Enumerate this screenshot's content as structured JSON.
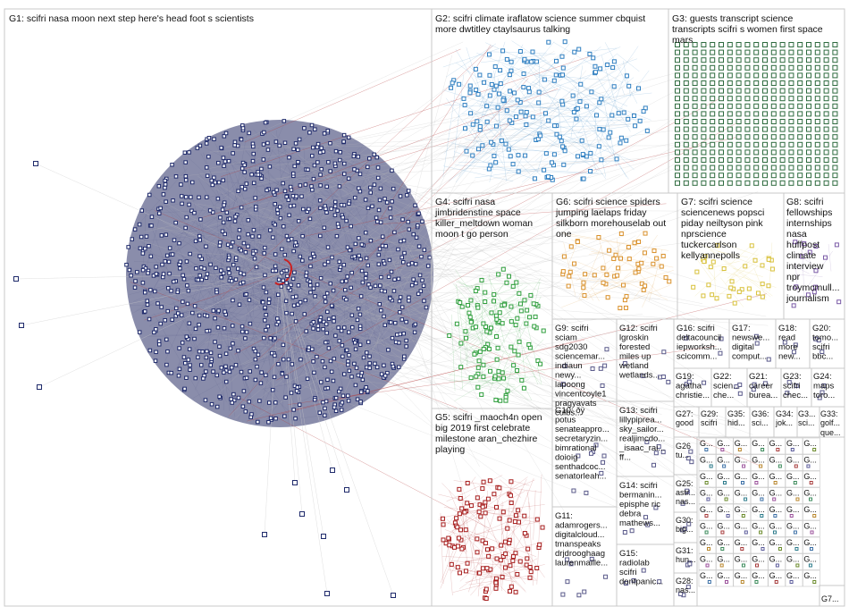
{
  "colors": {
    "border": "#c8c8c8",
    "edge": "#b9b9b9",
    "edge_red": "#b33a3a",
    "g1": "#1f2a6b",
    "g2": "#2f7fc1",
    "g3": "#2e6b3f",
    "g4": "#2e9e3c",
    "g5": "#a61c1c",
    "g6": "#d9902a",
    "g7": "#d8c13a",
    "g8": "#7a5aa6",
    "small": "#5a5a8a"
  },
  "groups": [
    {
      "id": "G1",
      "lines": [
        "G1: scifri nasa moon next step here's head foot s scientists"
      ]
    },
    {
      "id": "G2",
      "lines": [
        "G2: scifri climate iraflatow science summer cbquist",
        "more dwtitley ctaylsaurus talking"
      ]
    },
    {
      "id": "G3",
      "lines": [
        "G3: guests transcript science",
        "transcripts scifri s women first space",
        "mars"
      ]
    },
    {
      "id": "G4",
      "lines": [
        "G4: scifri nasa",
        "jimbridenstine space",
        "killer_meltdown woman",
        "moon t go person"
      ]
    },
    {
      "id": "G5",
      "lines": [
        "G5: scifri _maoch4n open",
        "big 2019 first celebrate",
        "milestone aran_chezhire",
        "playing"
      ]
    },
    {
      "id": "G6",
      "lines": [
        "G6: scifri science spiders",
        "jumping laelaps friday",
        "silkborn morehouselab out",
        "one"
      ]
    },
    {
      "id": "G7",
      "lines": [
        "G7: scifri science",
        "sciencenews popsci",
        "piday neiltyson pink",
        "nprscience",
        "tuckercarlson",
        "kellyannepolls"
      ]
    },
    {
      "id": "G8",
      "lines": [
        "G8: scifri",
        "fellowships",
        "internships",
        "nasa",
        "huffpost",
        "climate",
        "interview",
        "npr",
        "troymcmull...",
        "journalism"
      ]
    },
    {
      "id": "G9",
      "lines": [
        "G9: scifri",
        "sciam",
        "sdg2030",
        "sciencemar...",
        "indiaun",
        "newy...",
        "lapoong",
        "vincentcoyle1",
        "pragyavats",
        "culbs..."
      ]
    },
    {
      "id": "G10",
      "lines": [
        "G10: ðÿ",
        "potus",
        "senateappro...",
        "secretaryzin...",
        "bimrational",
        "doioig",
        "senthadcoc...",
        "senatorleah..."
      ]
    },
    {
      "id": "G11",
      "lines": [
        "G11:",
        "adamrogers...",
        "digitalcloud...",
        "tmanspeaks",
        "drjdrooghaag",
        "laurenmaille..."
      ]
    },
    {
      "id": "G12",
      "lines": [
        "G12: scifri",
        "lgroskin",
        "forested",
        "miles up",
        "wetland",
        "wetlands..."
      ]
    },
    {
      "id": "G13",
      "lines": [
        "G13: scifri",
        "lillypiprea...",
        "sky_sailor...",
        "realjimcdo...",
        "_isaac_rai...",
        "ff..."
      ]
    },
    {
      "id": "G14",
      "lines": [
        "G14: scifri",
        "bermanin...",
        "episphe ric",
        "debra",
        "mathews..."
      ]
    },
    {
      "id": "G15",
      "lines": [
        "G15:",
        "radiolab",
        "scifri",
        "dontpanic..."
      ]
    },
    {
      "id": "G16",
      "lines": [
        "G16: scifri",
        "deltacouncil",
        "iepworksh...",
        "scicomm..."
      ]
    },
    {
      "id": "G17",
      "lines": [
        "G17:",
        "newswe...",
        "digital",
        "comput..."
      ]
    },
    {
      "id": "G18",
      "lines": [
        "G18:",
        "read",
        "more",
        "new..."
      ]
    },
    {
      "id": "G20",
      "lines": [
        "G20:",
        "tomo...",
        "scifri",
        "bbc..."
      ]
    },
    {
      "id": "G19",
      "lines": [
        "G19:",
        "agatha",
        "christie..."
      ]
    },
    {
      "id": "G22",
      "lines": [
        "G22:",
        "scien...",
        "che..."
      ]
    },
    {
      "id": "G21",
      "lines": [
        "G21:",
        "career",
        "burea..."
      ]
    },
    {
      "id": "G23",
      "lines": [
        "G23:",
        "scifri",
        "chec..."
      ]
    },
    {
      "id": "G24",
      "lines": [
        "G24:",
        "maps",
        "toro..."
      ]
    },
    {
      "id": "G27",
      "lines": [
        "G27:",
        "good"
      ]
    },
    {
      "id": "G29",
      "lines": [
        "G29:",
        "scifri"
      ]
    },
    {
      "id": "G35",
      "lines": [
        "G35:",
        "hid..."
      ]
    },
    {
      "id": "G36",
      "lines": [
        "G36:",
        "sci..."
      ]
    },
    {
      "id": "G34",
      "lines": [
        "G34:",
        "jok..."
      ]
    },
    {
      "id": "G32",
      "lines": [
        "G3...",
        "sci..."
      ]
    },
    {
      "id": "G33",
      "lines": [
        "G33:",
        "golf..."
      ]
    },
    {
      "id": "G26",
      "lines": [
        "G26",
        "tu..."
      ]
    },
    {
      "id": "G25",
      "lines": [
        "G25:",
        "astr...",
        "nas..."
      ]
    },
    {
      "id": "G30",
      "lines": [
        "G30:",
        "big..."
      ]
    },
    {
      "id": "G31",
      "lines": [
        "G31:",
        "hun..."
      ]
    },
    {
      "id": "G28",
      "lines": [
        "G28:",
        "nas..."
      ]
    },
    {
      "id": "G37",
      "lines": [
        "G7..."
      ]
    }
  ],
  "misc": {
    "qu_label": "que...",
    "g_tag": "G..."
  }
}
